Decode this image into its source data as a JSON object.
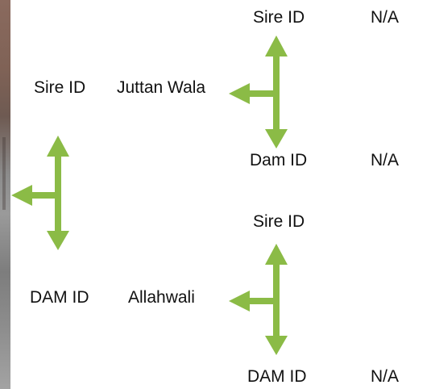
{
  "colors": {
    "arrow": "#8bbb46",
    "text": "#111111"
  },
  "root": {
    "sire_label": "Sire ID",
    "sire_name": "Juttan Wala",
    "dam_label": "DAM ID",
    "dam_name": "Allahwali"
  },
  "sire_branch": {
    "sire_label": "Sire ID",
    "sire_value": "N/A",
    "dam_label": "Dam ID",
    "dam_value": "N/A"
  },
  "dam_branch": {
    "sire_label": "Sire ID",
    "dam_label": "DAM ID",
    "dam_value": "N/A"
  }
}
